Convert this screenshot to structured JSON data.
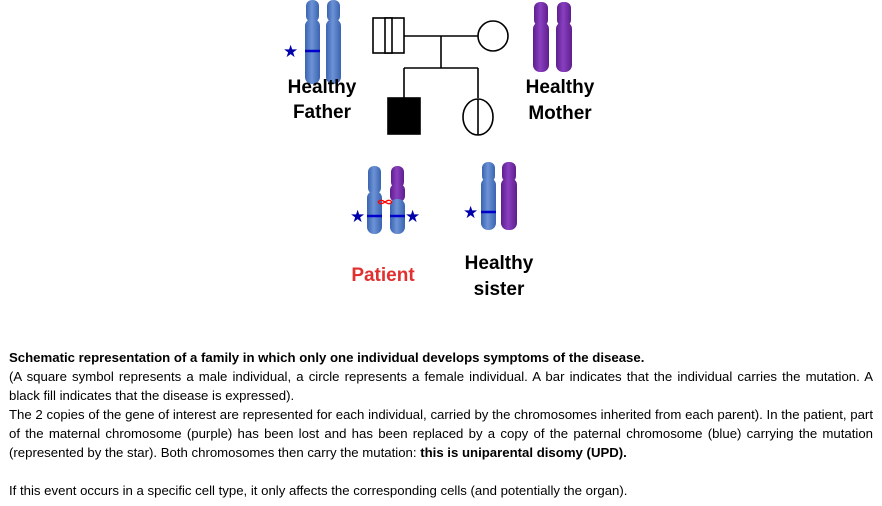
{
  "labels": {
    "father": [
      "Healthy",
      "Father"
    ],
    "mother": [
      "Healthy",
      "Mother"
    ],
    "patient": "Patient",
    "sister": [
      "Healthy",
      "sister"
    ]
  },
  "colors": {
    "paternal": "#4472c4",
    "maternal": "#7030a0",
    "mutation": "#0000cc",
    "star": "#0000aa",
    "patient_label": "#e03030",
    "crossover": "#ff0000"
  },
  "caption": {
    "title": "Schematic representation of a family in which only one individual develops symptoms of the disease.",
    "p1": "(A square symbol represents a male individual, a circle represents a female individual. A bar indicates that the individual carries the mutation. A black fill indicates that the disease is expressed).",
    "p2": "The 2 copies of the gene of interest are represented for each individual, carried by the chromosomes inherited from each parent). In the patient, part of the maternal chromosome (purple) has been lost and has been replaced by a copy of the paternal chromosome (blue) carrying the mutation (represented by the star). Both chromosomes then carry the mutation: ",
    "p2_bold": "this is uniparental disomy (UPD).",
    "p3": "If this event occurs in a specific cell type, it only affects the corresponding cells (and potentially the organ)."
  }
}
